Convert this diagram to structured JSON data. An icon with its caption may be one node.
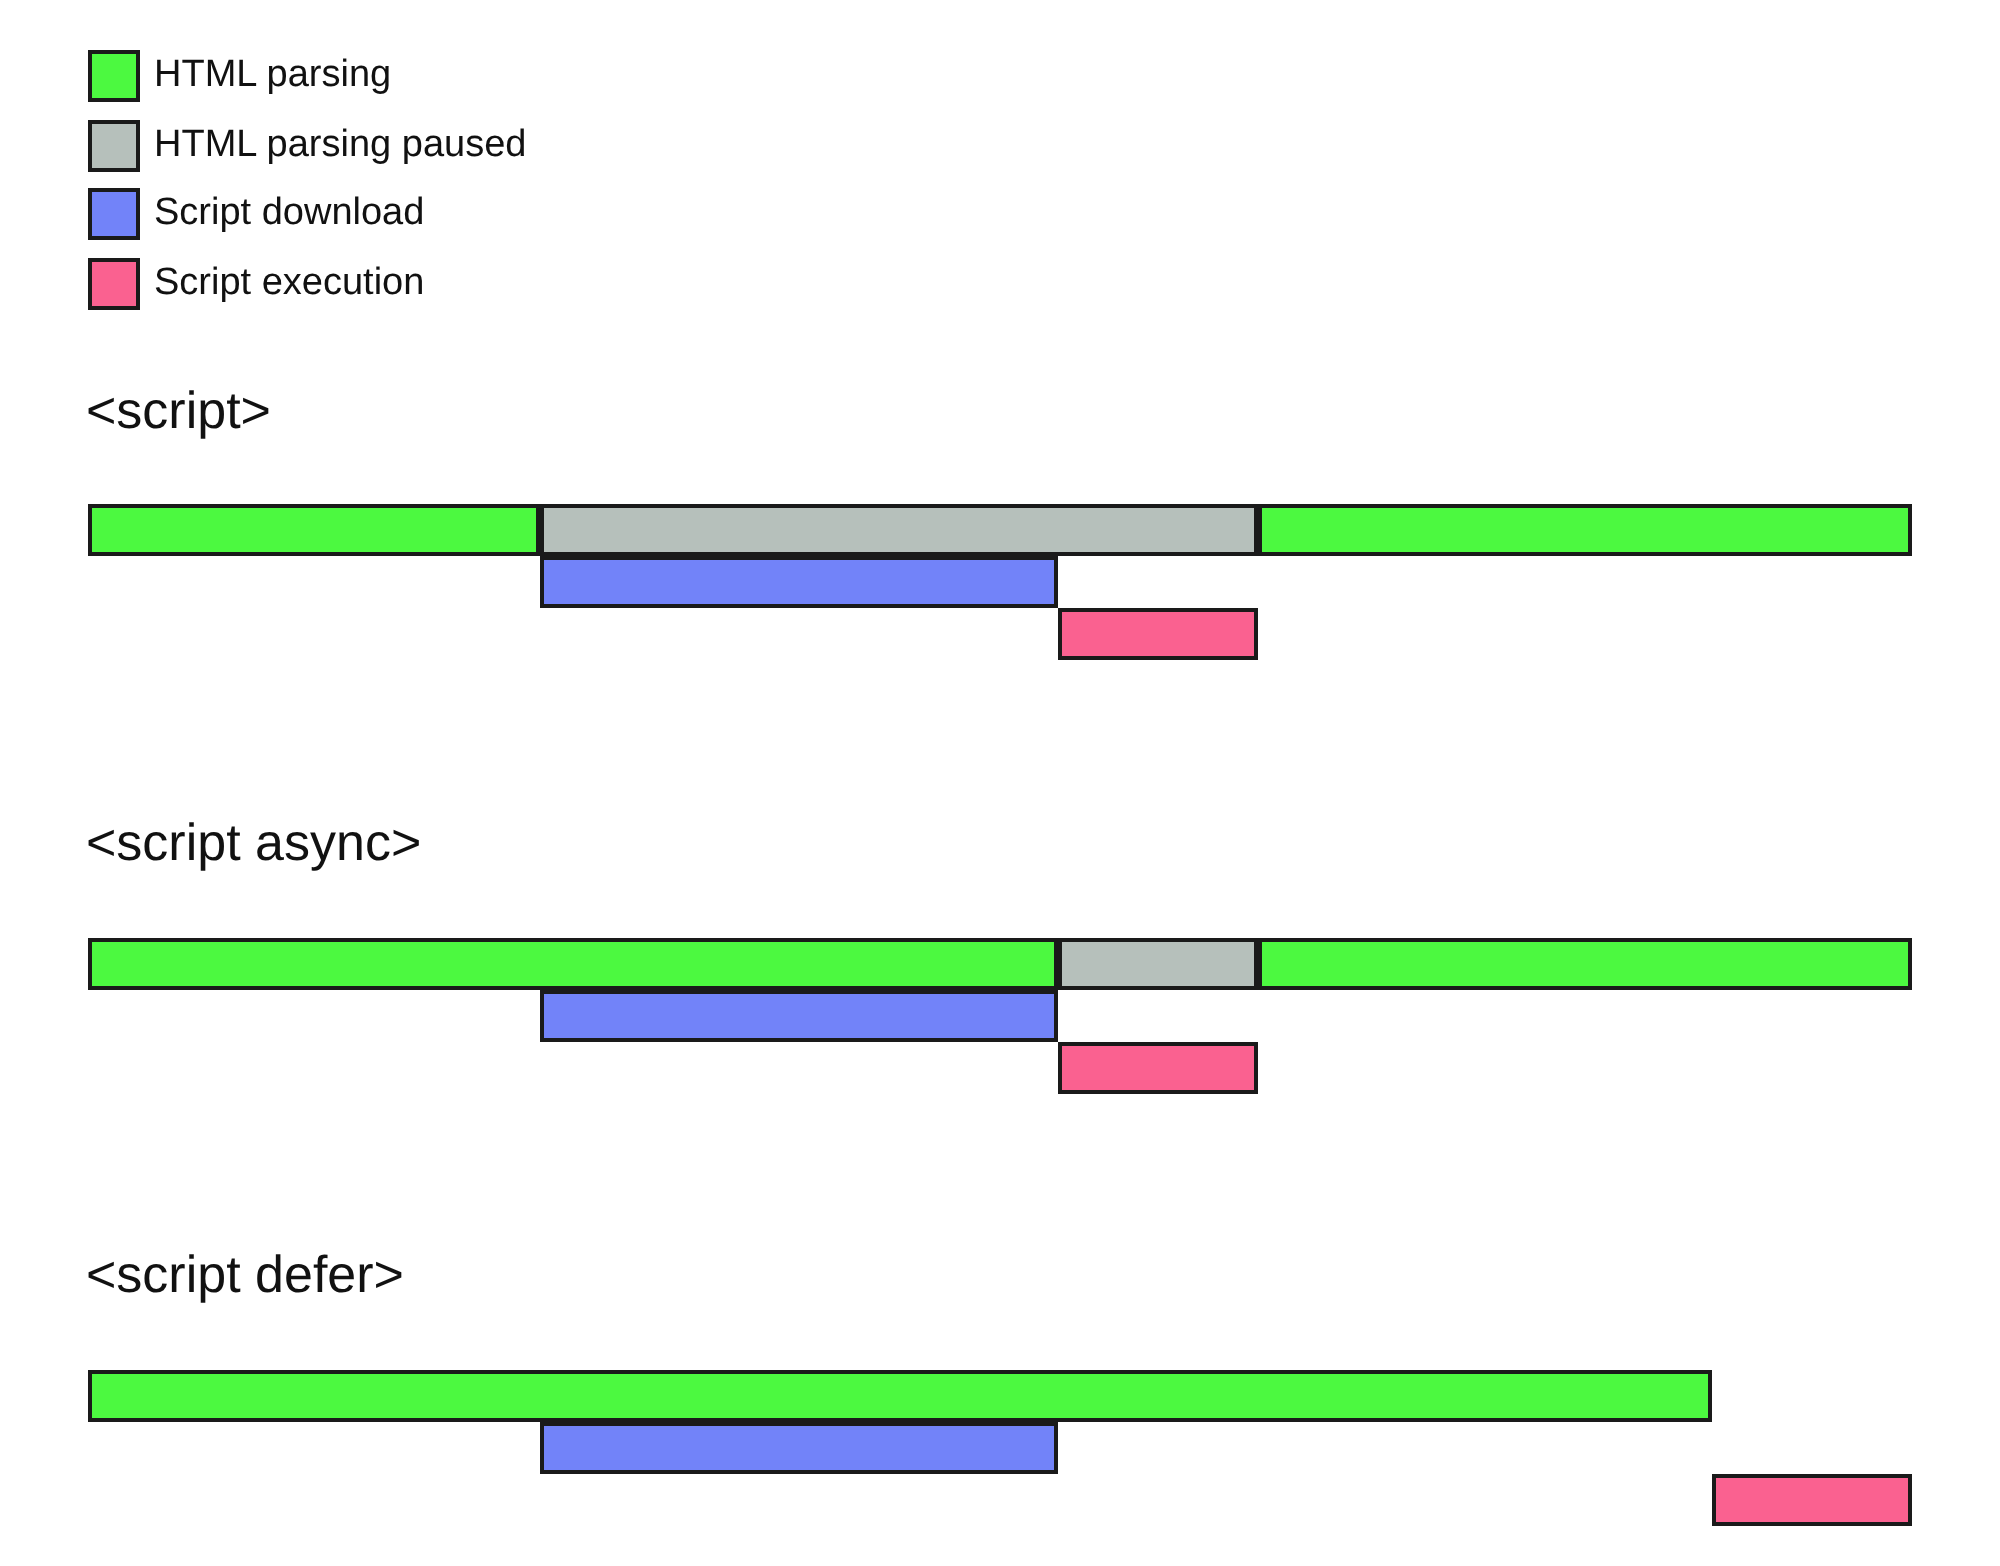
{
  "diagram": {
    "nodes": [
      {
        "text": [],
        "shape": "bar"
      },
      {
        "text": [],
        "shape": "bar"
      },
      {
        "text": [],
        "shape": "bar"
      },
      {
        "text": [],
        "shape": "bar"
      },
      {
        "text": [],
        "shape": "bar"
      },
      {
        "text": [],
        "shape": "bar"
      },
      {
        "text": [],
        "shape": "bar"
      },
      {
        "text": [],
        "shape": "bar"
      },
      {
        "text": [],
        "shape": "bar"
      },
      {
        "text": [],
        "shape": "bar"
      },
      {
        "text": [],
        "shape": "bar"
      },
      {
        "text": [],
        "shape": "bar"
      },
      {
        "text": [],
        "shape": "bar"
      }
    ],
    "labels": [
      "<script>",
      "<script async>",
      "<script defer>"
    ],
    "legend": [
      {
        "text": "HTML parsing",
        "color": "#4cf940"
      },
      {
        "text": "HTML parsing paused",
        "color": "#b6c0bb"
      },
      {
        "text": "Script download",
        "color": "#7283f9"
      },
      {
        "text": "Script execution",
        "color": "#fa6190"
      }
    ]
  }
}
